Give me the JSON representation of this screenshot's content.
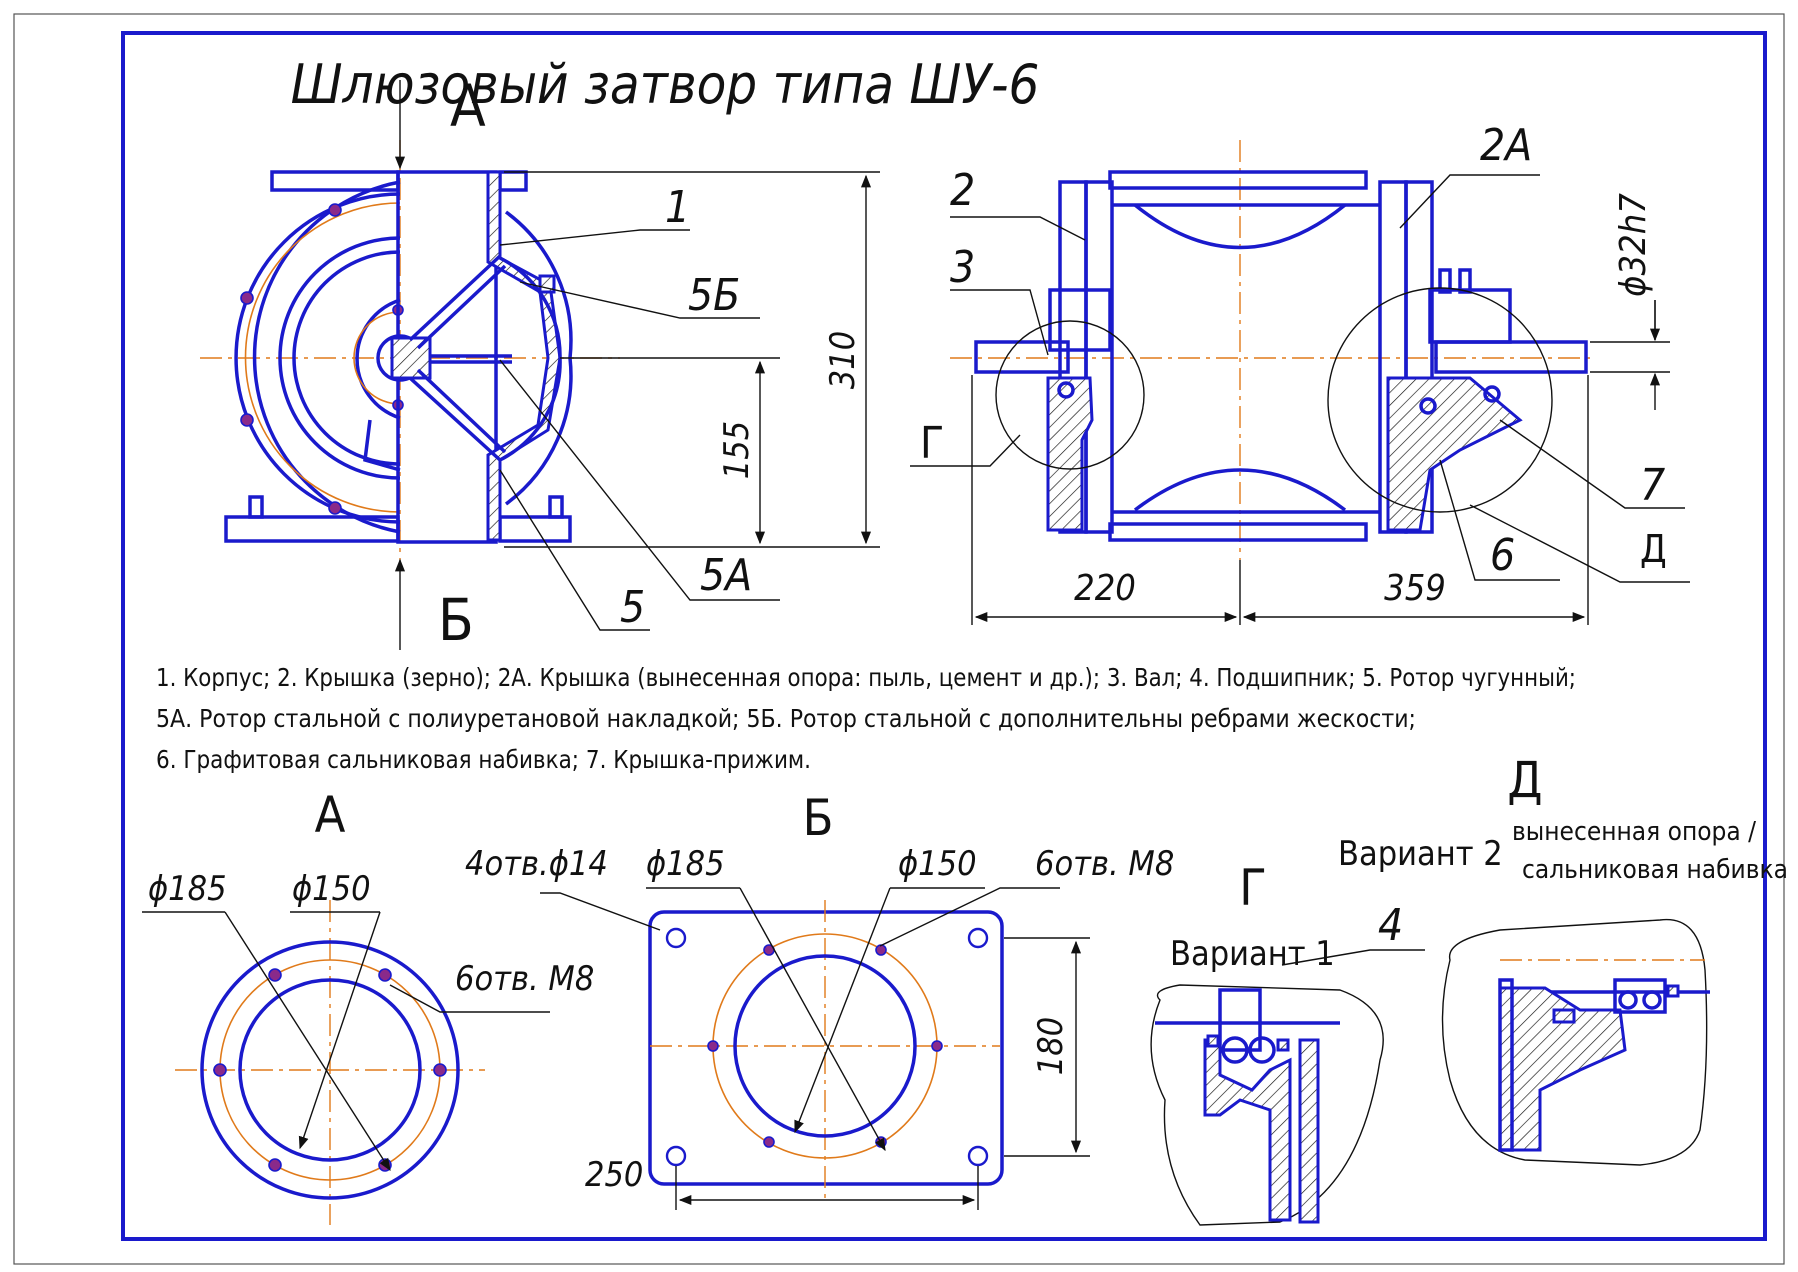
{
  "title": "Шлюзовый затвор типа ШУ-6",
  "section_marks": {
    "a": "А",
    "b": "Б",
    "g": "Г",
    "d": "Д"
  },
  "callouts": {
    "p1": "1",
    "p2": "2",
    "p2a": "2А",
    "p3": "3",
    "p4": "4",
    "p5": "5",
    "p5a": "5А",
    "p5b": "5Б",
    "p6": "6",
    "p7": "7"
  },
  "dimensions": {
    "height_total": "310",
    "height_axis": "155",
    "shaft_diameter": "ϕ32h7",
    "left_length": "220",
    "right_length": "359",
    "a_outer": "ϕ185",
    "a_inner": "ϕ150",
    "a_holes": "6отв. М8",
    "b_holes_corner": "4отв.ϕ14",
    "b_outer": "ϕ185",
    "b_inner": "ϕ150",
    "b_holes": "6отв. М8",
    "b_height": "180",
    "b_width": "250"
  },
  "legend": {
    "line1": "1. Корпус; 2. Крышка (зерно); 2А. Крышка (вынесенная опора: пыль, цемент и др.); 3. Вал; 4. Подшипник; 5. Ротор чугунный;",
    "line2": "5А. Ротор стальной с полиуретановой накладкой; 5Б. Ротор стальной с дополнительны ребрами жескости;",
    "line3": "6. Графитовая сальниковая набивка; 7. Крышка-прижим."
  },
  "views": {
    "a_title": "А",
    "b_title": "Б",
    "g_title": "Г",
    "d_title": "Д",
    "variant1": "Вариант 1",
    "variant2": "Вариант 2",
    "variant2_note_line1": "вынесенная опора /",
    "variant2_note_line2": "сальниковая набивка"
  },
  "colors": {
    "outline": "#1a1acc",
    "axis": "#e07a1a",
    "frame": "#1a1acc"
  }
}
